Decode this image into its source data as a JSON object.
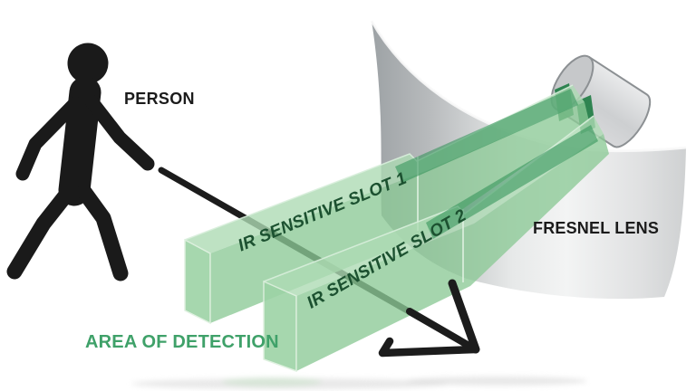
{
  "labels": {
    "person": "PERSON",
    "ir_slot_1": "IR SENSITIVE SLOT 1",
    "ir_slot_2": "IR SENSITIVE SLOT 2",
    "fresnel_lens": "FRESNEL LENS",
    "area_of_detection": "AREA OF DETECTION"
  },
  "colors": {
    "beam_green": "#9bd2a2",
    "beam_top_green": "#aedbb4",
    "beam_front_green": "#8cc996",
    "beam_dark_stripe_green": "#2c9053",
    "slot_label_green": "#1c5130",
    "area_label_green": "#3fa169",
    "lens_gray_light": "#eeefef",
    "lens_gray_dark": "#9da2a5",
    "sensor_gray": "#cfd1d3",
    "ink_black": "#1b1b1b"
  },
  "icons": {
    "person_figure": "walking-person-silhouette",
    "motion_arrow": "diagonal-motion-arrow",
    "pir_sensor": "cylindrical-pir-sensor",
    "fresnel_lens": "curved-lens-sheet",
    "ir_beam": "translucent-detection-beam"
  }
}
